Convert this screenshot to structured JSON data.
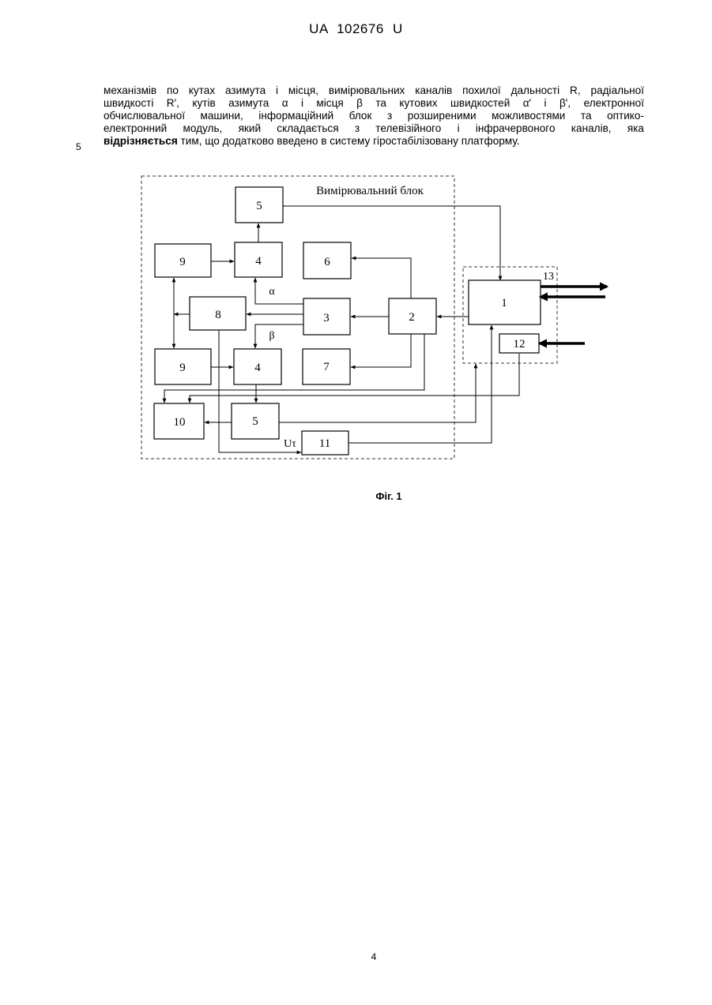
{
  "header": {
    "document_number": "UA   102676   U"
  },
  "claim": {
    "line1": "механізмів по кутах азимута і місця, вимірювальних каналів похилої дальності R, радіальної",
    "line2": "швидкості R', кутів азимута α і місця β та кутових швидкостей α' і β', електронної",
    "line3": "обчислювальної машини, інформаційний блок з розширеними можливостями та оптико-",
    "line4": "електронний модуль, який складається з телевізійного і інфрачервоного каналів, яка",
    "line5_bold": "відрізняється",
    "line5_rest": " тим, що додатково введено в систему гіростабілізовану платформу."
  },
  "line_number": "5",
  "figure": {
    "block_title": "Вимірювальний блок",
    "blocks": {
      "b1": "1",
      "b2": "2",
      "b3": "3",
      "b4_top": "4",
      "b4_bottom": "4",
      "b5_top": "5",
      "b5_bottom": "5",
      "b6": "6",
      "b7": "7",
      "b8": "8",
      "b9_top": "9",
      "b9_bottom": "9",
      "b10": "10",
      "b11": "11",
      "b12": "12",
      "b13": "13"
    },
    "label_alpha": "α",
    "label_beta": "β",
    "label_ut": "Uτ"
  },
  "caption": "Фіг. 1",
  "page_number": "4"
}
